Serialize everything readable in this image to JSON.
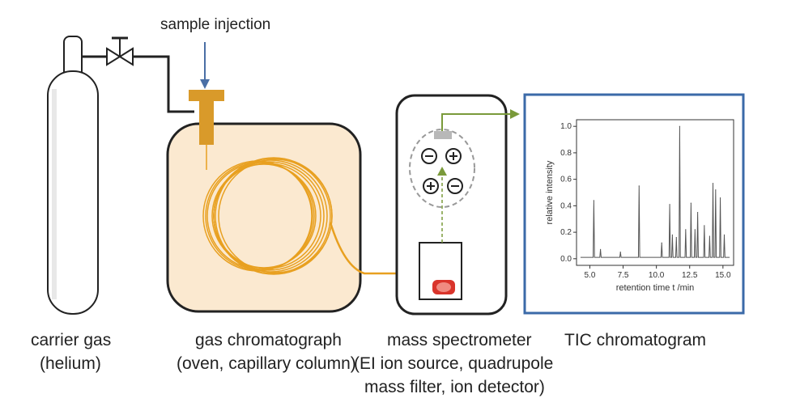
{
  "labels": {
    "sample_injection": "sample injection",
    "carrier_gas_line1": "carrier gas",
    "carrier_gas_line2": "(helium)",
    "gc_line1": "gas chromatograph",
    "gc_line2": "(oven, capillary column)",
    "ms_line1": "mass spectrometer",
    "ms_line2": "(EI ion source, quadrupole",
    "ms_line3": "mass filter, ion detector)",
    "tic_label": "TIC chromatogram"
  },
  "colors": {
    "capillary": "#e8a020",
    "injector": "#d99a2a",
    "oven_fill": "#fbe9d0",
    "arrow_blue": "#4a6fa5",
    "arrow_green": "#7a9a3a",
    "chart_frame": "#3b6aa8",
    "ion_source": "#d9342b"
  },
  "chart_data": {
    "type": "line",
    "title": "",
    "xlabel": "retention time t /min",
    "ylabel": "relative intensity",
    "xlim": [
      4.0,
      15.8
    ],
    "ylim": [
      -0.05,
      1.05
    ],
    "xticks": [
      5.0,
      7.5,
      10.0,
      12.5,
      15.0
    ],
    "xtick_labels": [
      "5.0",
      "7.5",
      "10.0",
      "12.5",
      "15.0"
    ],
    "yticks": [
      0.0,
      0.2,
      0.4,
      0.6,
      0.8,
      1.0
    ],
    "ytick_labels": [
      "0.0",
      "0.2",
      "0.4",
      "0.6",
      "0.8",
      "1.0"
    ],
    "baseline": 0.01,
    "peaks": [
      {
        "x": 5.3,
        "y": 0.44
      },
      {
        "x": 5.8,
        "y": 0.07
      },
      {
        "x": 7.3,
        "y": 0.05
      },
      {
        "x": 8.7,
        "y": 0.55
      },
      {
        "x": 10.4,
        "y": 0.12
      },
      {
        "x": 11.0,
        "y": 0.41
      },
      {
        "x": 11.2,
        "y": 0.18
      },
      {
        "x": 11.5,
        "y": 0.16
      },
      {
        "x": 11.75,
        "y": 1.0
      },
      {
        "x": 12.2,
        "y": 0.22
      },
      {
        "x": 12.6,
        "y": 0.42
      },
      {
        "x": 12.9,
        "y": 0.22
      },
      {
        "x": 13.1,
        "y": 0.35
      },
      {
        "x": 13.6,
        "y": 0.25
      },
      {
        "x": 14.0,
        "y": 0.17
      },
      {
        "x": 14.25,
        "y": 0.57
      },
      {
        "x": 14.45,
        "y": 0.52
      },
      {
        "x": 14.8,
        "y": 0.46
      },
      {
        "x": 15.1,
        "y": 0.18
      }
    ]
  }
}
